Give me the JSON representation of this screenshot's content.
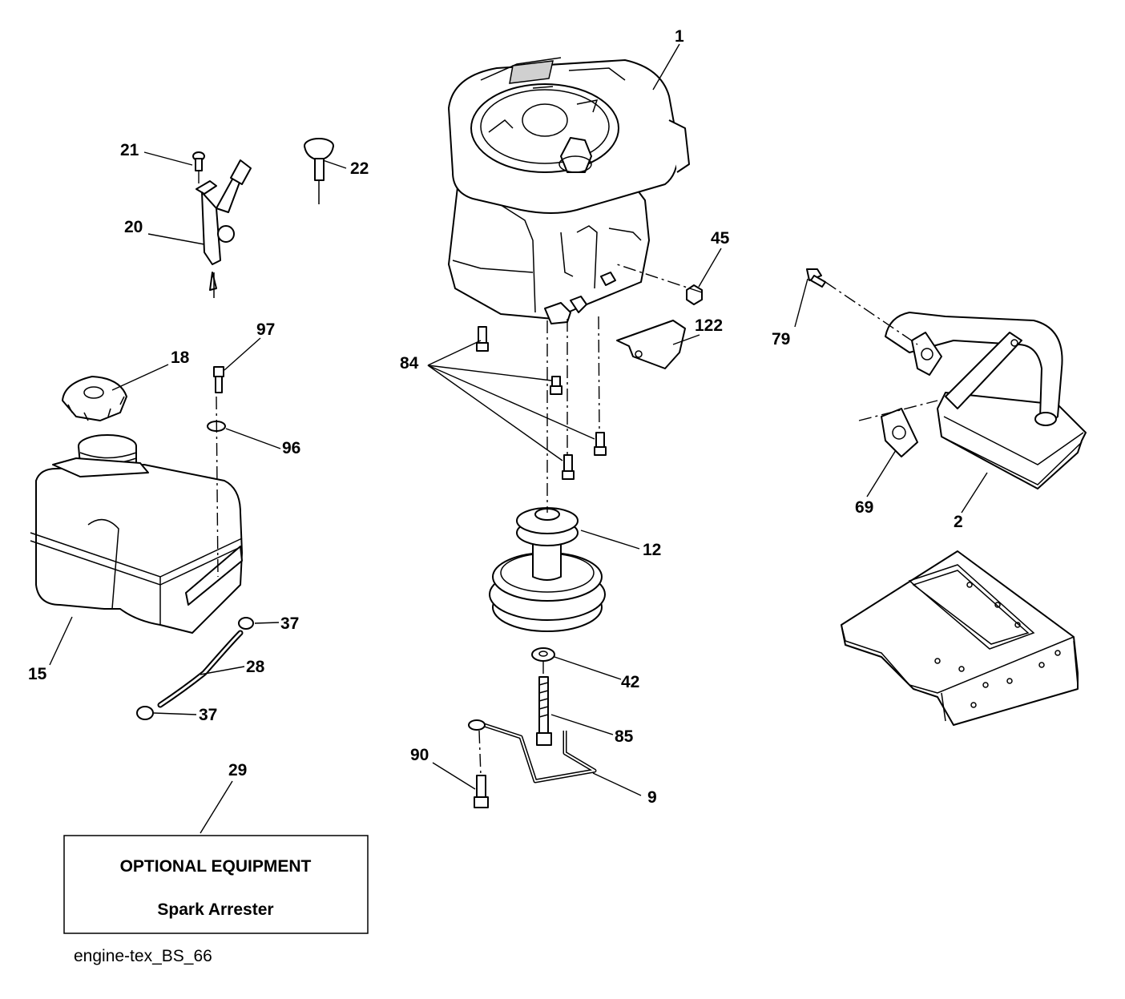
{
  "labels": {
    "p1": "1",
    "p2": "2",
    "p9": "9",
    "p12": "12",
    "p15": "15",
    "p18": "18",
    "p20": "20",
    "p21": "21",
    "p22": "22",
    "p28": "28",
    "p29": "29",
    "p37a": "37",
    "p37b": "37",
    "p42": "42",
    "p45": "45",
    "p69": "69",
    "p79": "79",
    "p84": "84",
    "p85": "85",
    "p90": "90",
    "p96": "96",
    "p97": "97",
    "p122": "122"
  },
  "optional_box": {
    "title": "OPTIONAL EQUIPMENT",
    "subtitle": "Spark Arrester"
  },
  "footer": {
    "code": "engine-tex_BS_66"
  }
}
